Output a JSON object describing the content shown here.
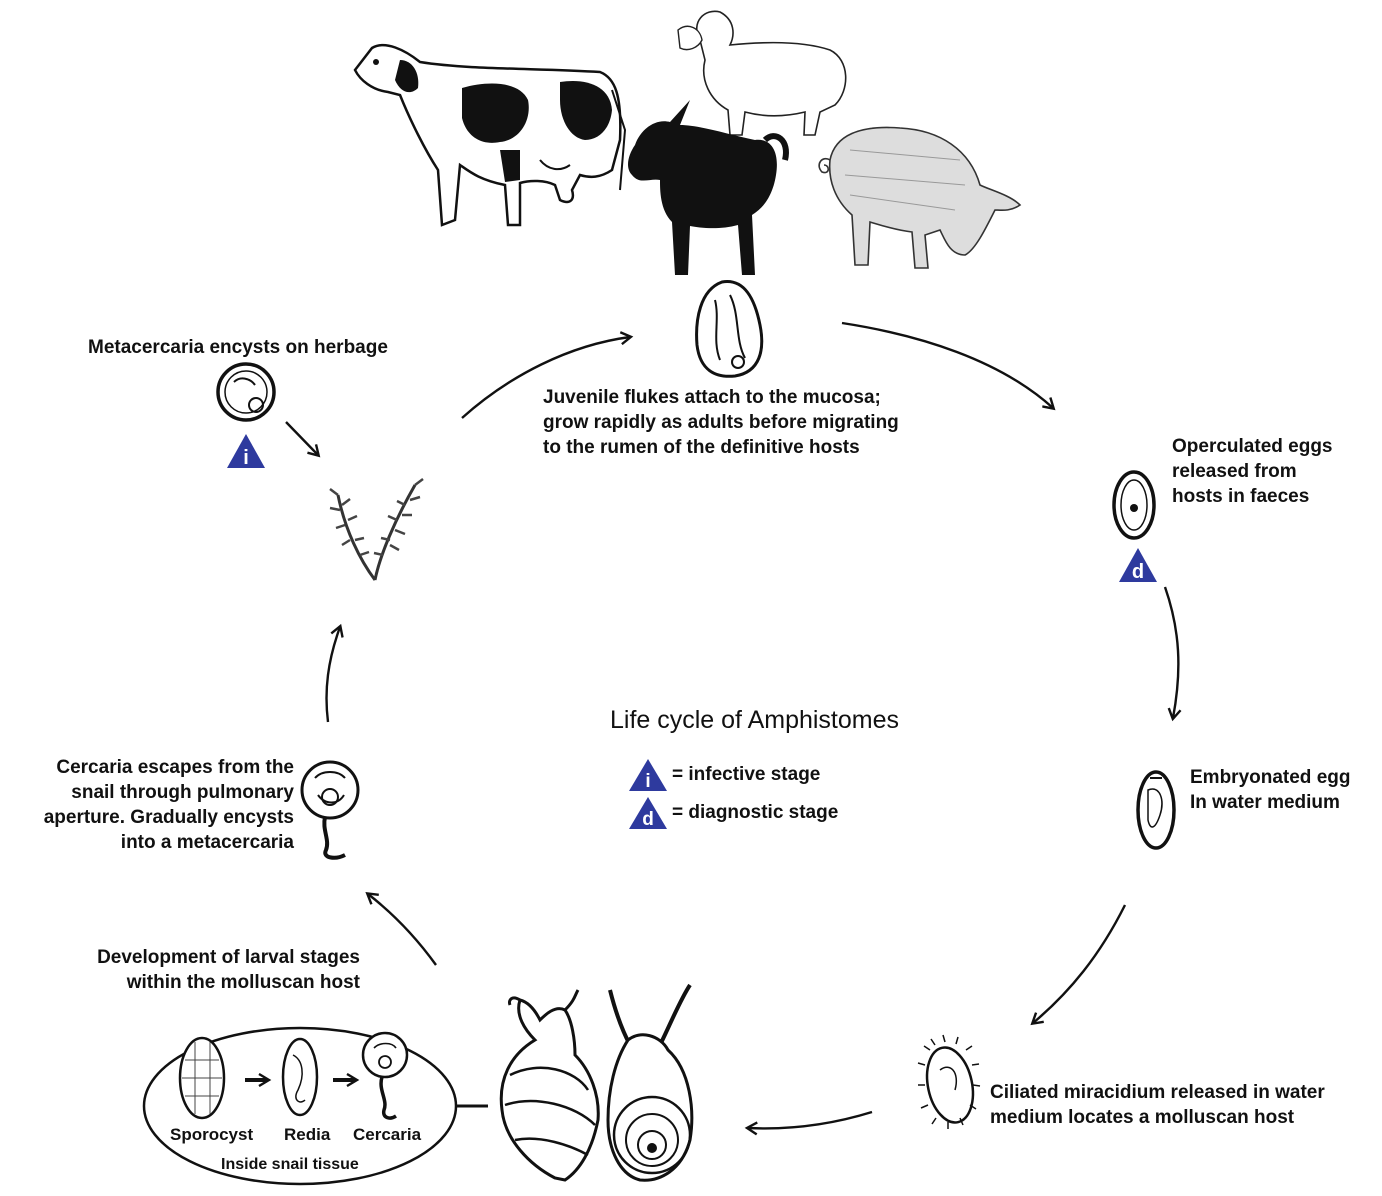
{
  "title": "Life cycle of Amphistomes",
  "legend": {
    "infective_symbol": "i",
    "infective_text": "= infective stage",
    "diagnostic_symbol": "d",
    "diagnostic_text": "= diagnostic stage",
    "badge_color": "#2e3a9e"
  },
  "stages": {
    "juvenile": [
      "Juvenile flukes attach to the mucosa;",
      "grow rapidly as adults before migrating",
      "to the rumen of the definitive hosts"
    ],
    "eggs": [
      "Operculated eggs",
      "released from",
      "hosts in faeces"
    ],
    "embryonated": [
      "Embryonated egg",
      "In water medium"
    ],
    "miracidium": [
      "Ciliated miracidium released in water",
      "medium  locates a molluscan host"
    ],
    "development": [
      "Development of larval stages",
      "within the molluscan host"
    ],
    "cercaria": [
      "Cercaria escapes from the",
      "snail through pulmonary",
      "aperture. Gradually encysts",
      "into a metacercaria"
    ],
    "metacercaria": [
      "Metacercaria encysts on herbage"
    ]
  },
  "snail_box": {
    "sporocyst": "Sporocyst",
    "redia": "Redia",
    "cercaria": "Cercaria",
    "caption": "Inside snail tissue"
  },
  "hosts": [
    "cow-icon",
    "sheep-icon",
    "goat-icon",
    "pig-icon"
  ]
}
